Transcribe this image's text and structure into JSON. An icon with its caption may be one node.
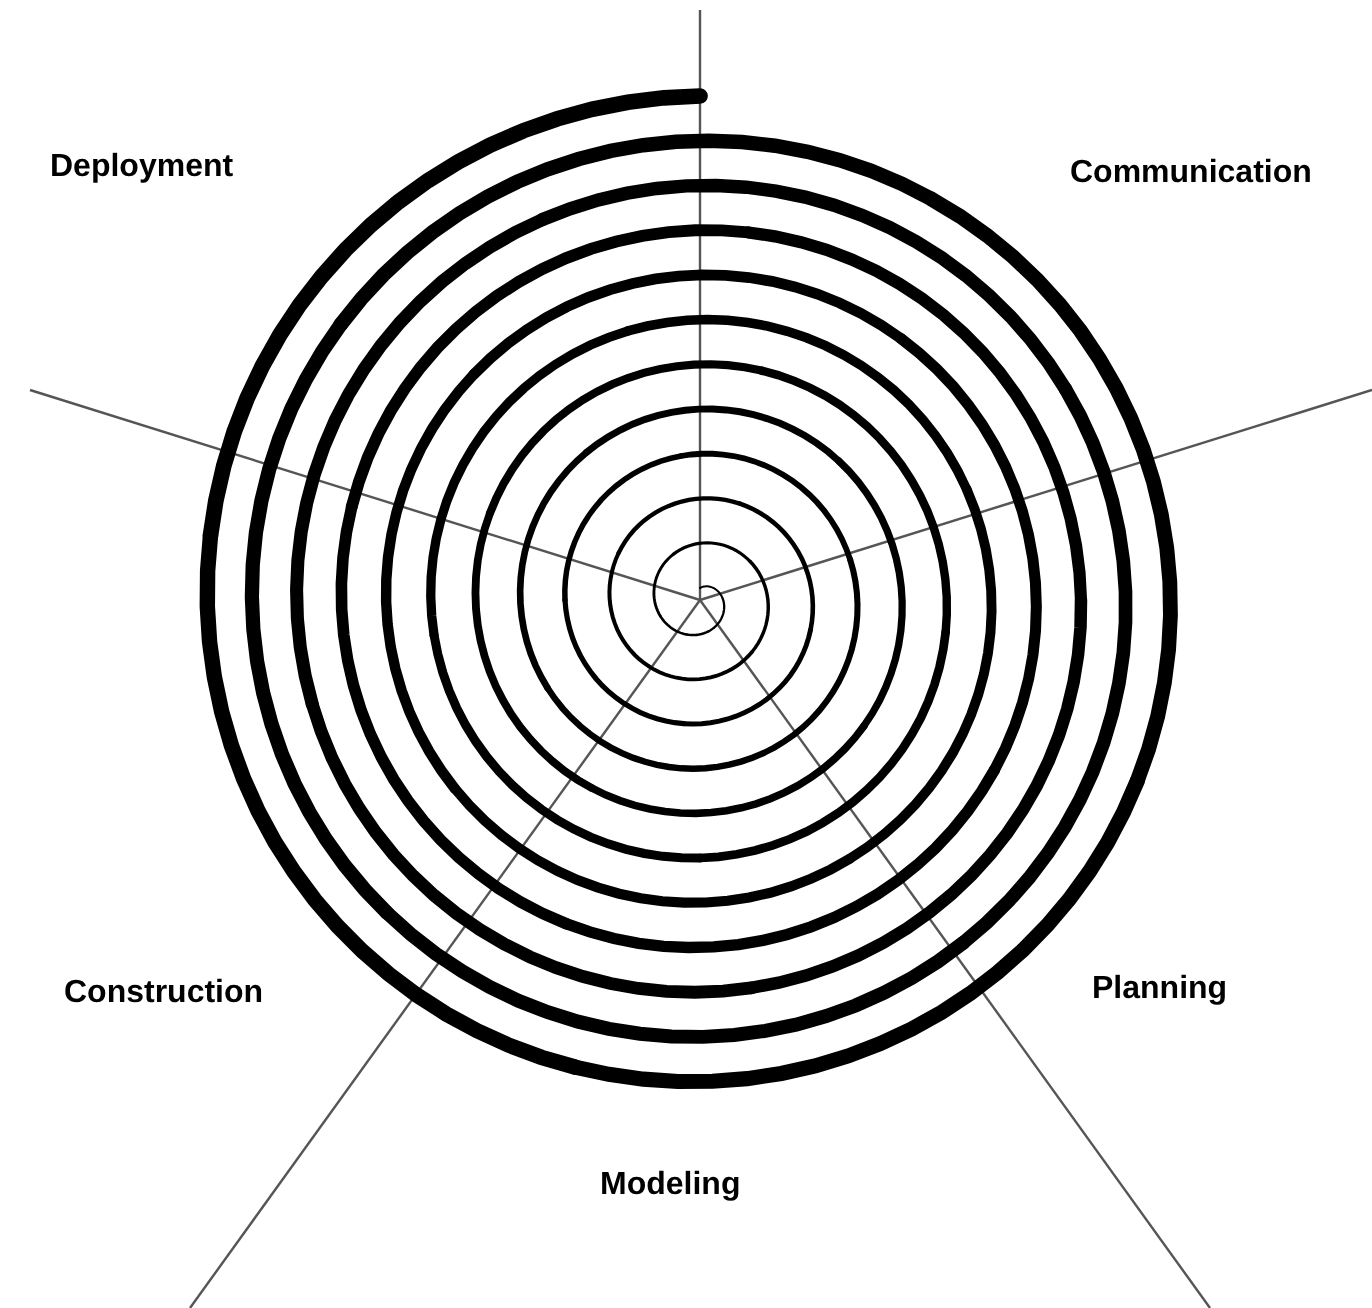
{
  "diagram": {
    "labels": [
      "Deployment",
      "Communication",
      "Construction",
      "Planning",
      "Modeling"
    ]
  }
}
